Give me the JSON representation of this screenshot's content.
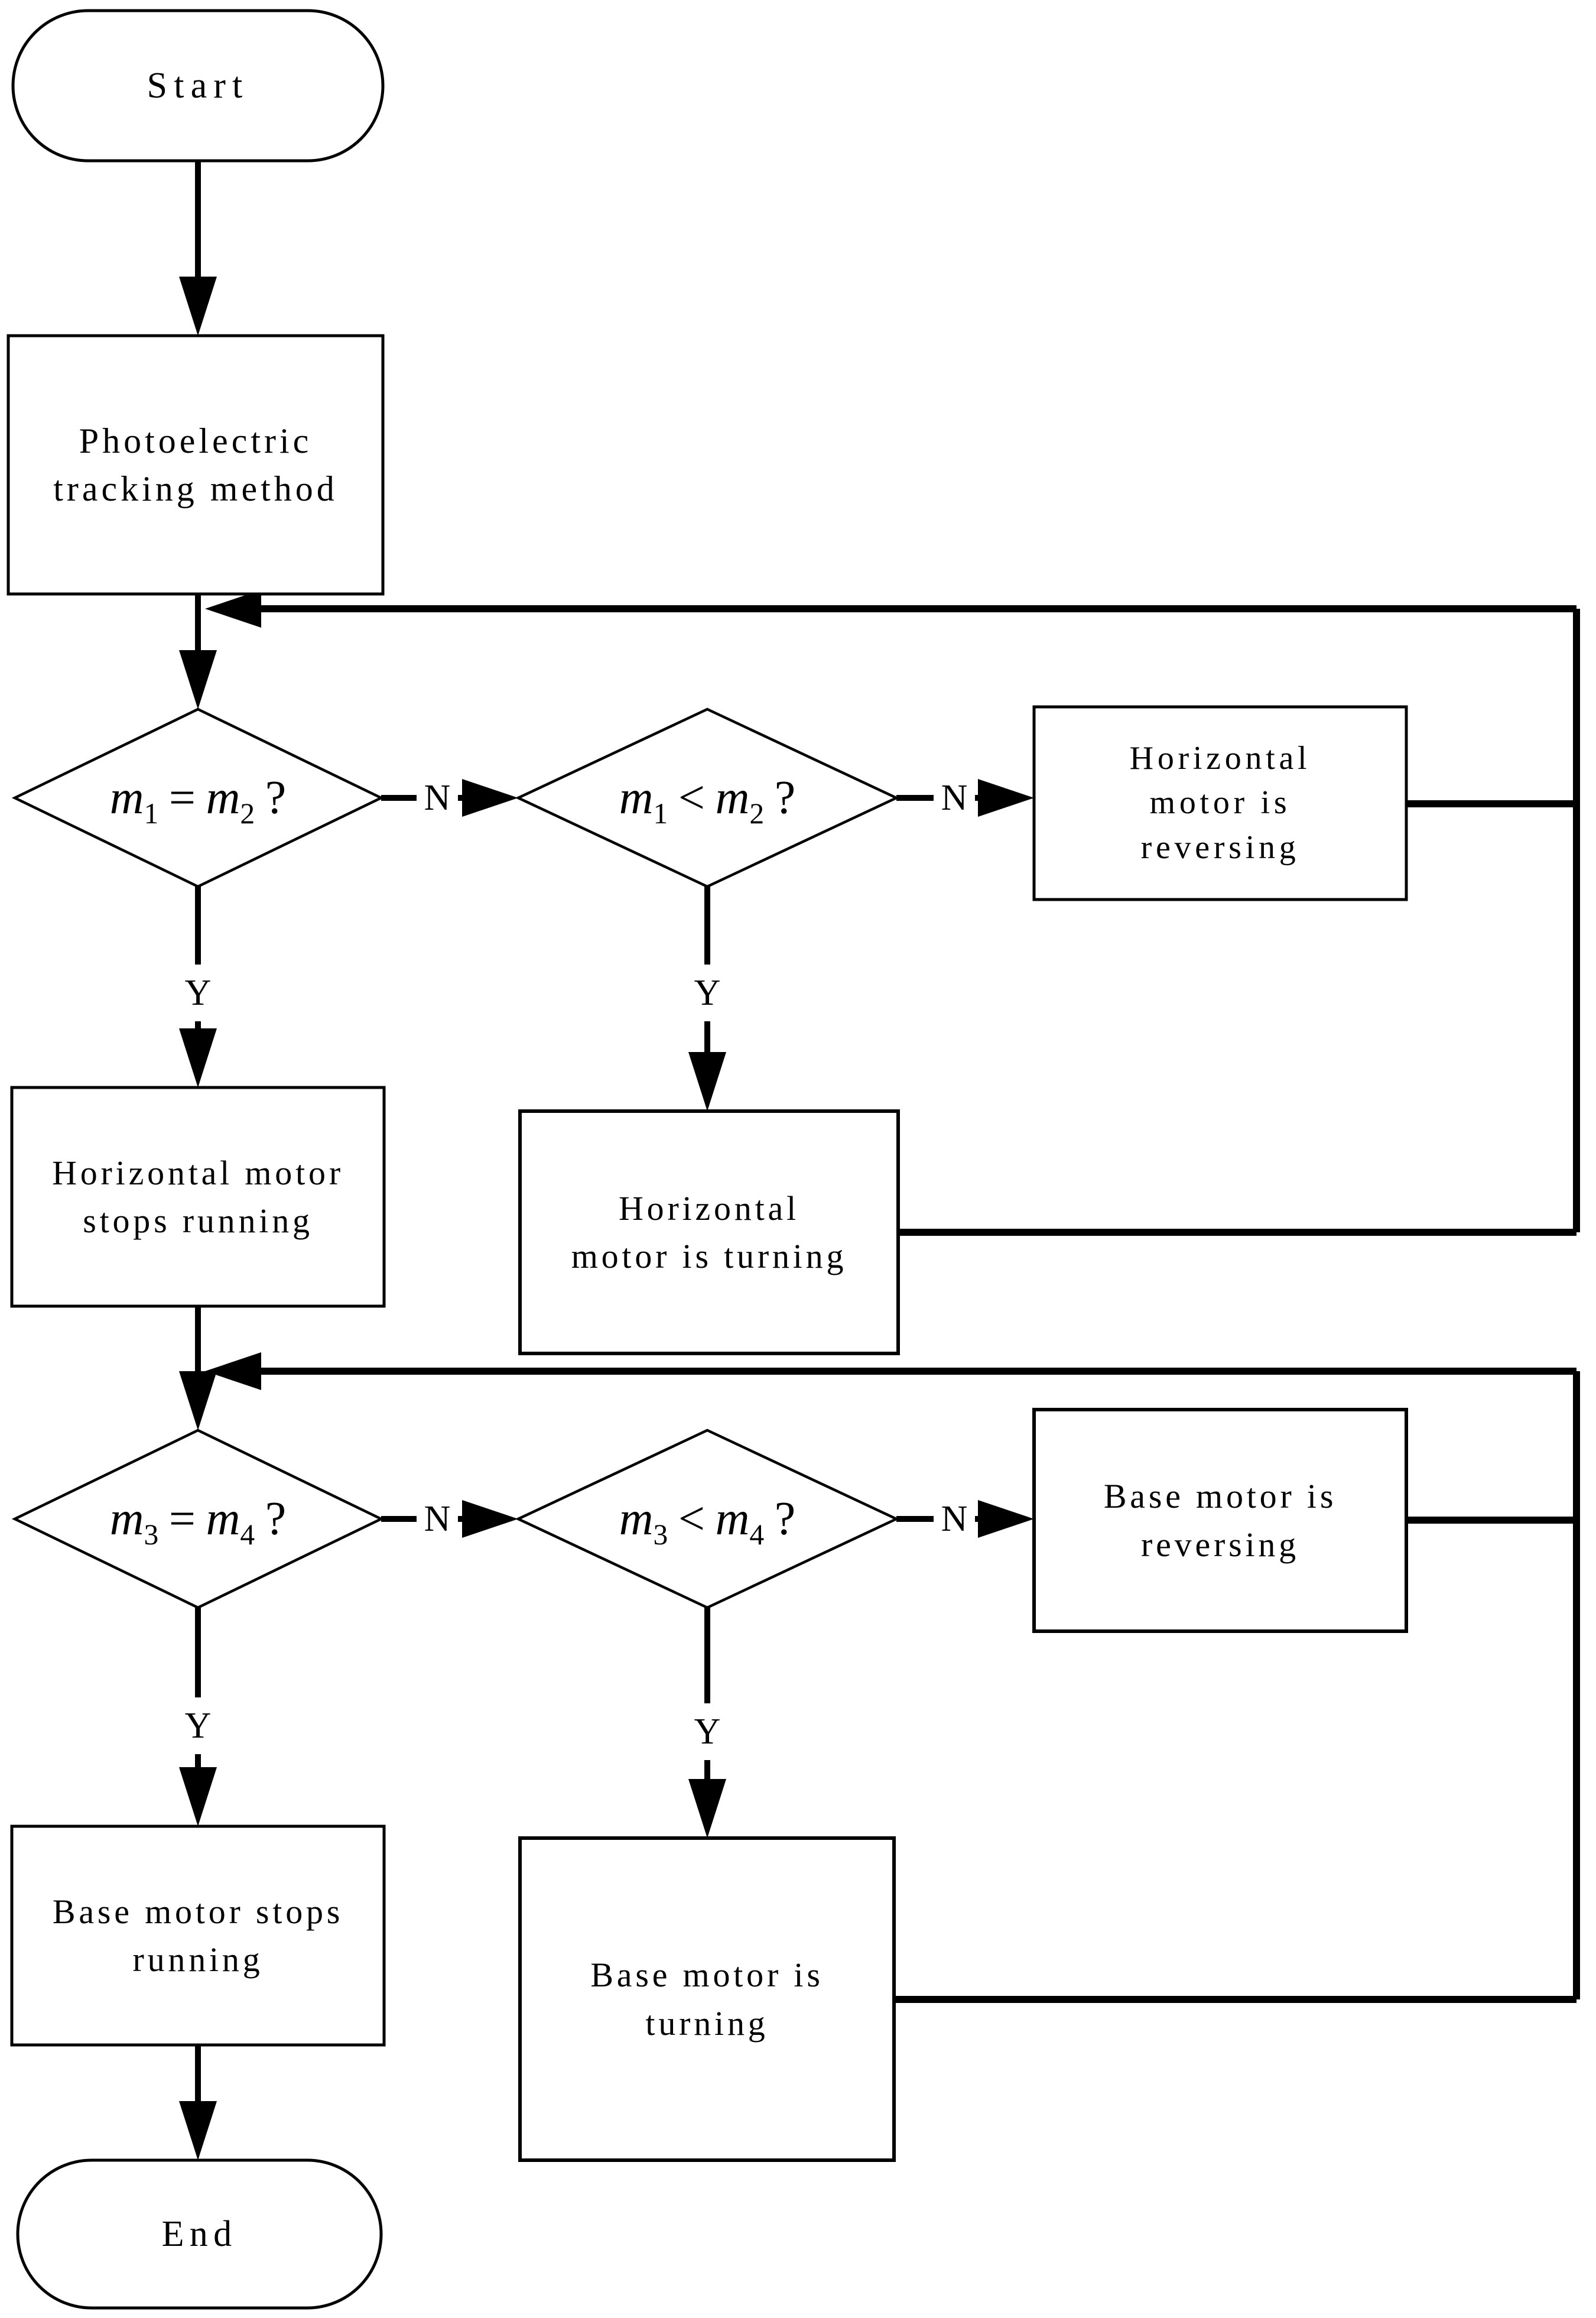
{
  "page": {
    "background": "#ffffff",
    "line_color": "#000000",
    "text_color": "#000000"
  },
  "flowchart": {
    "start": {
      "label": "Start"
    },
    "process_tracking": {
      "label": "Photoelectric\ntracking method"
    },
    "decision_m1_eq_m2": {
      "var1": "m",
      "sub1": "1",
      "op": "=",
      "var2": "m",
      "sub2": "2",
      "q": "?"
    },
    "decision_m1_lt_m2": {
      "var1": "m",
      "sub1": "1",
      "op": "<",
      "var2": "m",
      "sub2": "2",
      "q": "?"
    },
    "decision_m3_eq_m4": {
      "var1": "m",
      "sub1": "3",
      "op": "=",
      "var2": "m",
      "sub2": "4",
      "q": "?"
    },
    "decision_m3_lt_m4": {
      "var1": "m",
      "sub1": "3",
      "op": "<",
      "var2": "m",
      "sub2": "4",
      "q": "?"
    },
    "box_horizontal_reversing": {
      "label": "Horizontal\nmotor is\nreversing"
    },
    "box_horizontal_stops": {
      "label": "Horizontal motor\nstops running"
    },
    "box_horizontal_turning": {
      "label": "Horizontal\nmotor is turning"
    },
    "box_base_reversing": {
      "label": "Base motor is\nreversing"
    },
    "box_base_stops": {
      "label": "Base motor stops\nrunning"
    },
    "box_base_turning": {
      "label": "Base motor is\nturning"
    },
    "end": {
      "label": "End"
    },
    "edge_labels": {
      "yes": "Y",
      "no": "N"
    }
  }
}
